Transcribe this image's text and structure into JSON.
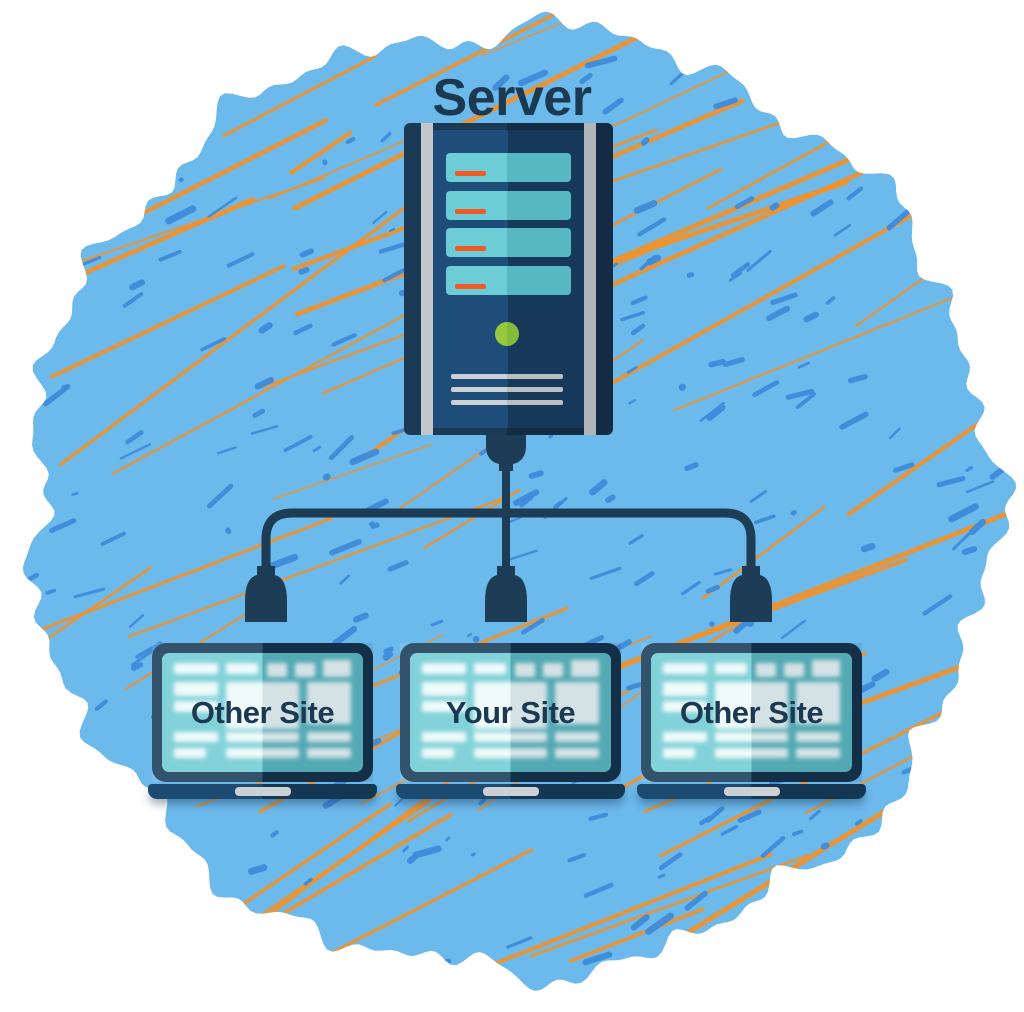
{
  "diagram": {
    "title": "Server",
    "laptops": [
      {
        "label": "Other Site"
      },
      {
        "label": "Your Site"
      },
      {
        "label": "Other Site"
      }
    ],
    "palette": {
      "background_blue": "#6cb9ec",
      "speckle_blue": "#3e8bda",
      "stripe_orange": "#f0922d",
      "navy": "#1d3c55",
      "server_panel_blue": "#1d4d78",
      "screen_teal": "#6ccdd6",
      "accent_orange": "#f15a24",
      "led_green": "#97c93e",
      "rail_gray": "#c3c7cb",
      "text_navy": "#1b3a52"
    },
    "icons": {
      "server": "server-tower-icon",
      "cable": "network-cable-icon",
      "plug": "plug-icon",
      "laptop": "laptop-icon",
      "background": "scribble-circle-icon"
    }
  }
}
